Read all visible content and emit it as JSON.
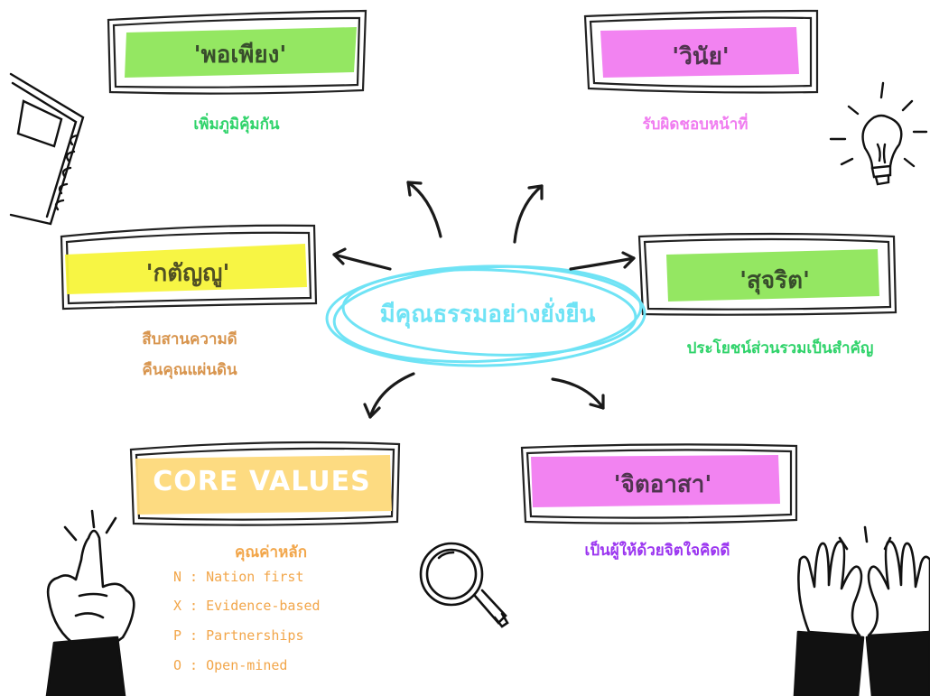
{
  "center": {
    "text": "มีคุณธรรมอย่างยั่งยืน",
    "color": "#6fe3f5"
  },
  "boxes": [
    {
      "title": "'พอเพียง'",
      "subtitle": [
        "เพิ่มภูมิคุ้มกัน"
      ],
      "highlight": "#8ee65a",
      "subtitle_color": "#2fd36a"
    },
    {
      "title": "'วินัย'",
      "subtitle": [
        "รับผิดชอบหน้าที่"
      ],
      "highlight": "#f17cf0",
      "subtitle_color": "#f07cf0"
    },
    {
      "title": "'กตัญญู'",
      "subtitle": [
        "สืบสานความดี",
        "คืนคุณแผ่นดิน"
      ],
      "highlight": "#f7f43a",
      "subtitle_color": "#d8954e"
    },
    {
      "title": "'สุจริต'",
      "subtitle": [
        "ประโยชน์ส่วนรวมเป็นสำคัญ"
      ],
      "highlight": "#8ee65a",
      "subtitle_color": "#2fd36a"
    },
    {
      "title": "'จิตอาสา'",
      "subtitle": [
        "เป็นผู้ให้ด้วยจิตใจคิดดี"
      ],
      "highlight": "#f17cf0",
      "subtitle_color": "#9b35f0"
    }
  ],
  "core_values": {
    "title": "CORE VALUES",
    "highlight": "#fdd97a",
    "subtitle": "คุณค่าหลัก",
    "subtitle_color": "#f2a64a",
    "items": [
      "N : Nation first",
      "X : Evidence-based",
      "P : Partnerships",
      "O : Open-mined"
    ]
  },
  "decor": [
    "notebook-icon",
    "lightbulb-icon",
    "pointing-hand-icon",
    "magnifier-icon",
    "raised-hands-icon"
  ]
}
